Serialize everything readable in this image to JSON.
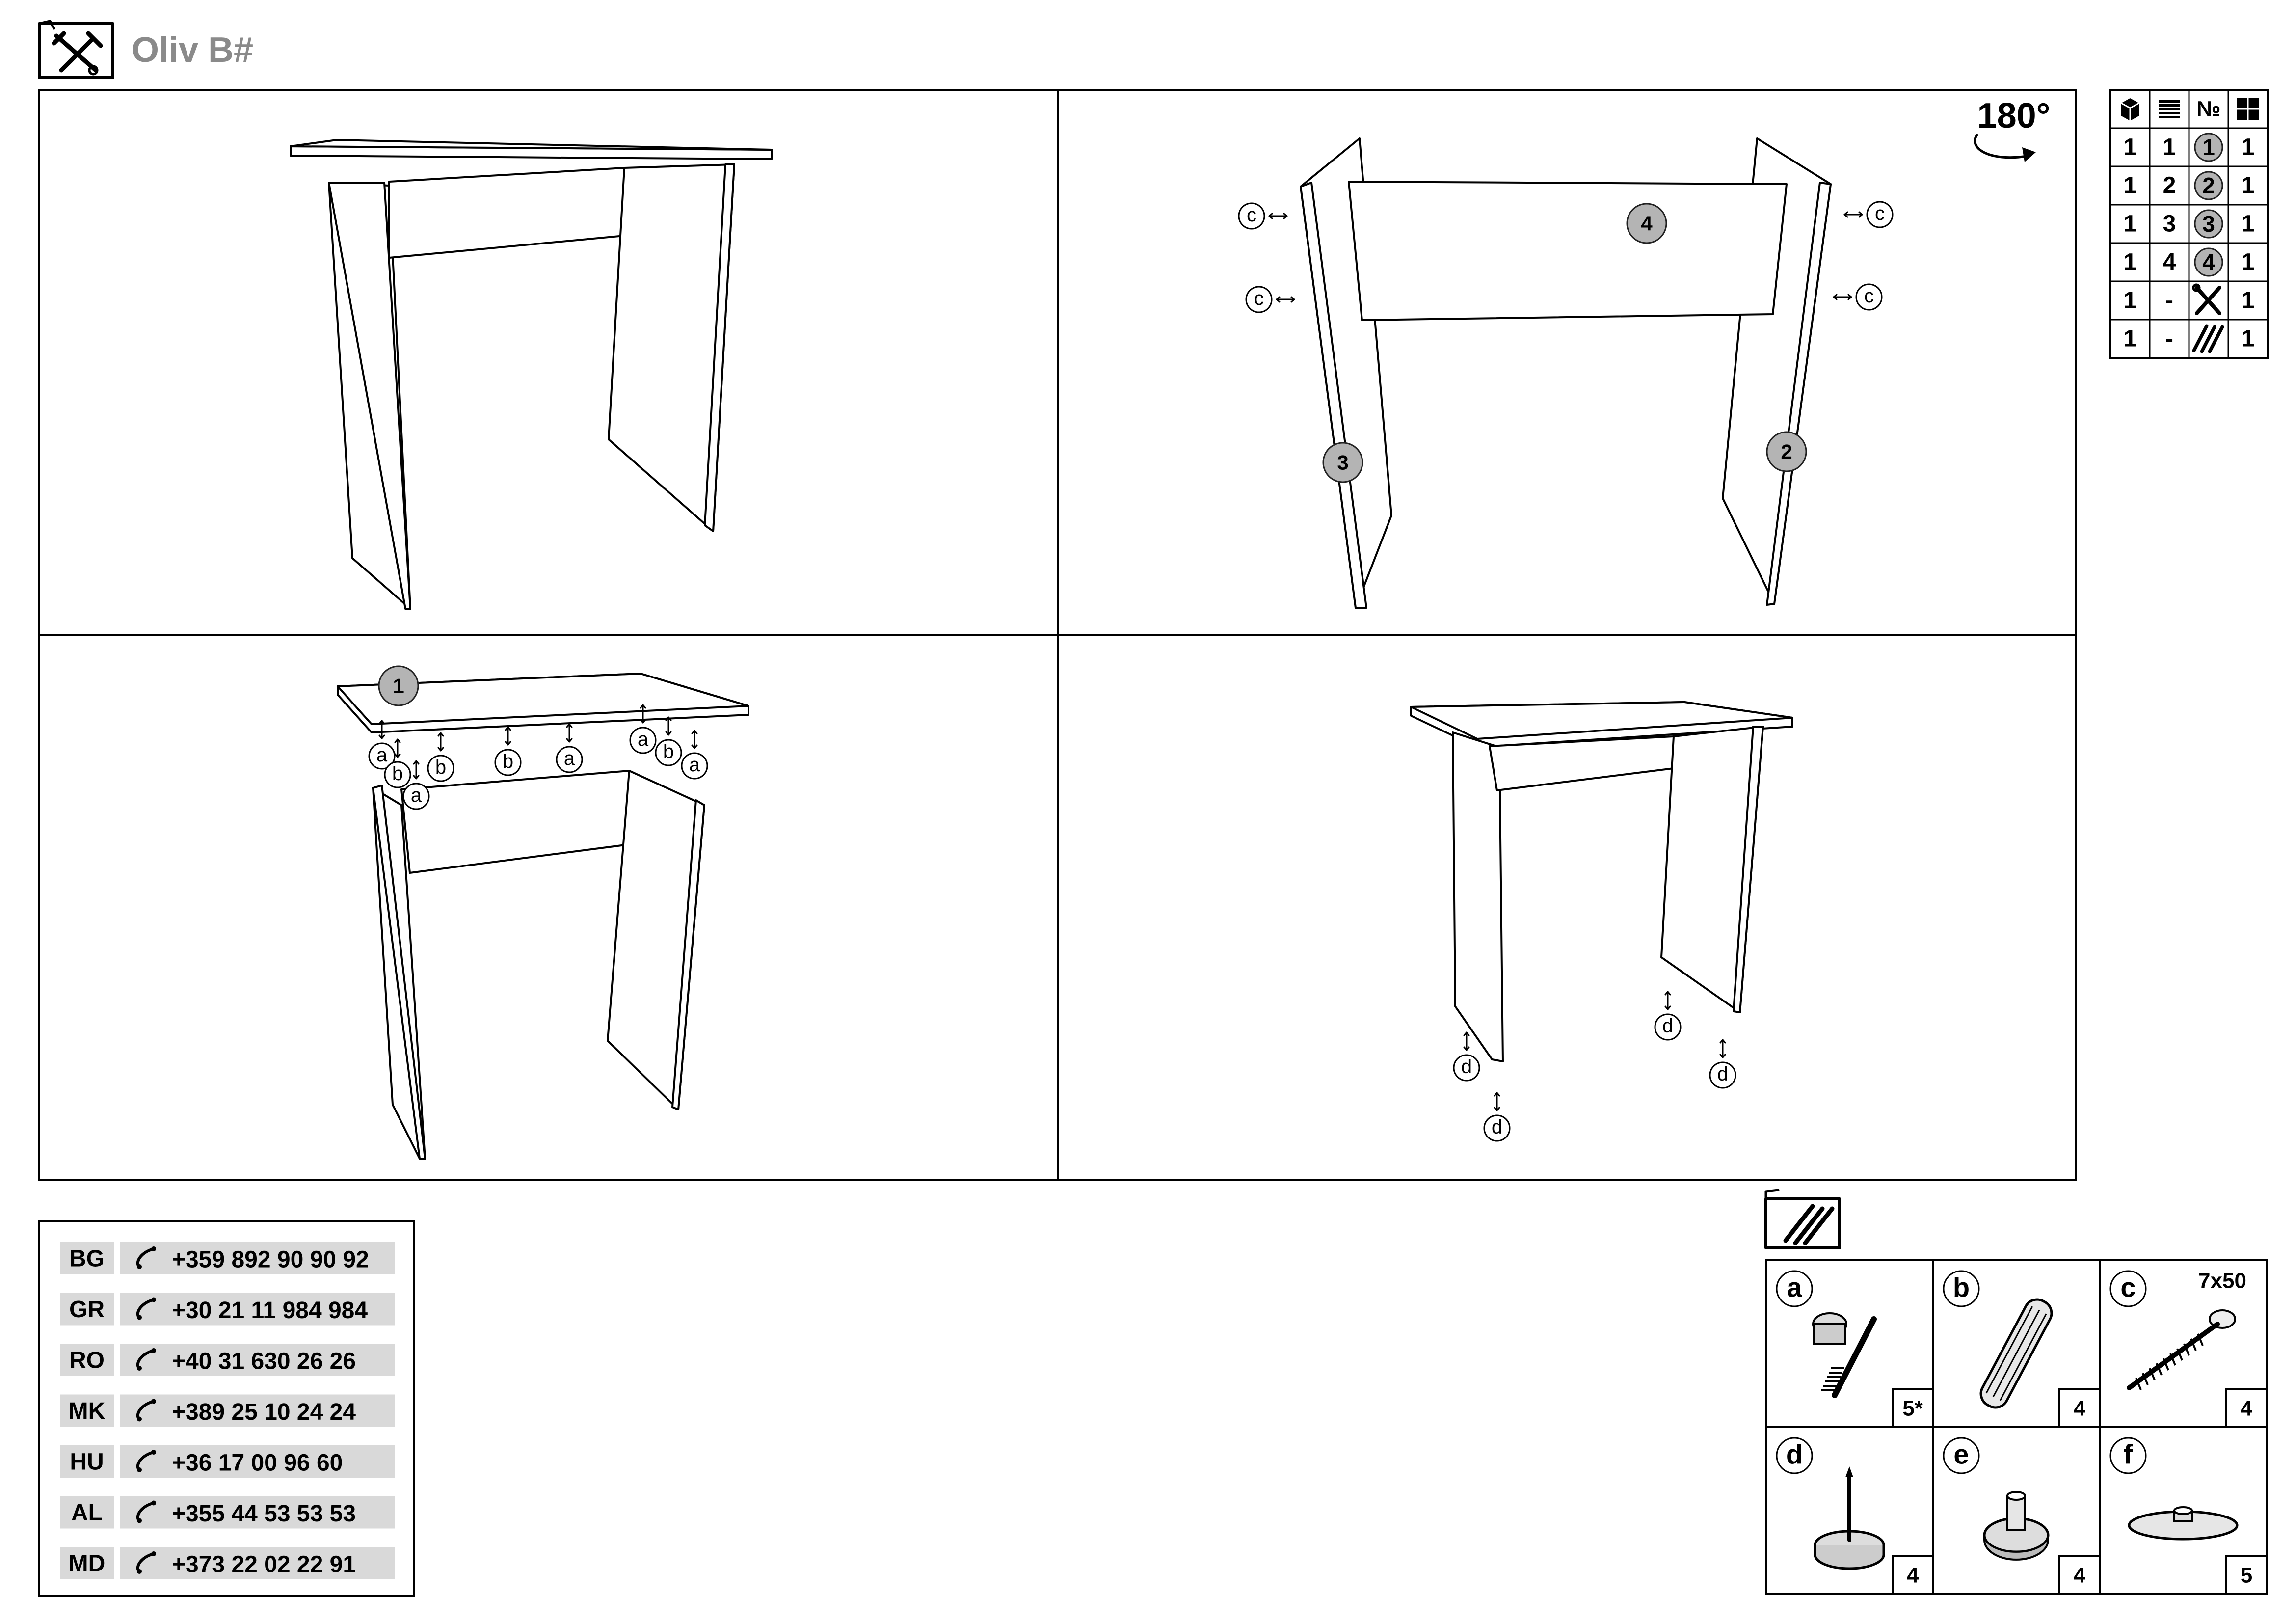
{
  "header": {
    "title": "Oliv B#",
    "icon": "tools-icon"
  },
  "rotation_label": "180°",
  "parts_table": {
    "header_icons": [
      "package-icon",
      "stack-icon",
      "number-sign",
      "quantity-grid-icon"
    ],
    "number_header": "№",
    "rows": [
      {
        "box": "1",
        "stack": "1",
        "part": "1",
        "qty": "1"
      },
      {
        "box": "1",
        "stack": "2",
        "part": "2",
        "qty": "1"
      },
      {
        "box": "1",
        "stack": "3",
        "part": "3",
        "qty": "1"
      },
      {
        "box": "1",
        "stack": "4",
        "part": "4",
        "qty": "1"
      },
      {
        "box": "1",
        "stack": "-",
        "part_icon": "tools-icon",
        "qty": "1"
      },
      {
        "box": "1",
        "stack": "-",
        "part_icon": "fittings-icon",
        "qty": "1"
      }
    ]
  },
  "step2": {
    "panels": {
      "top_right": "4",
      "left": "3",
      "right": "2"
    },
    "fitting": "c"
  },
  "step3": {
    "panel": "1",
    "fittings": [
      "a",
      "b",
      "a",
      "b",
      "b",
      "a",
      "a",
      "b",
      "a"
    ]
  },
  "step4": {
    "fitting": "d"
  },
  "contacts": [
    {
      "country": "BG",
      "phone": "+359 892 90 90 92"
    },
    {
      "country": "GR",
      "phone": "+30 21 11 984 984"
    },
    {
      "country": "RO",
      "phone": "+40 31 630 26 26"
    },
    {
      "country": "MK",
      "phone": "+389 25 10 24 24"
    },
    {
      "country": "HU",
      "phone": "+36 17 00 96 60"
    },
    {
      "country": "AL",
      "phone": "+355 44 53 53 53"
    },
    {
      "country": "MD",
      "phone": "+373 22 02 22 91"
    }
  ],
  "hardware": {
    "icon": "fittings-icon",
    "items": [
      {
        "label": "a",
        "count": "5*",
        "size": "",
        "icon": "cam-lock-icon"
      },
      {
        "label": "b",
        "count": "4",
        "size": "",
        "icon": "dowel-icon"
      },
      {
        "label": "c",
        "count": "4",
        "size": "7x50",
        "icon": "screw-icon"
      },
      {
        "label": "d",
        "count": "4",
        "size": "",
        "icon": "nail-glide-icon"
      },
      {
        "label": "e",
        "count": "4",
        "size": "",
        "icon": "cap-icon"
      },
      {
        "label": "f",
        "count": "5",
        "size": "",
        "icon": "disc-icon"
      }
    ]
  }
}
